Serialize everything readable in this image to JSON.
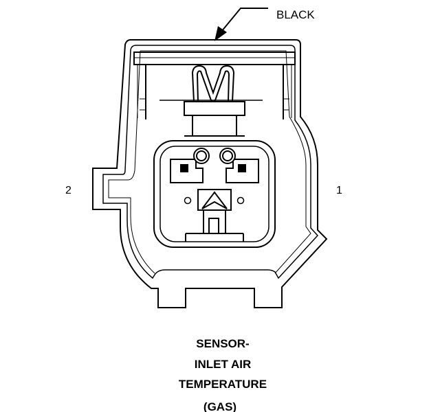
{
  "connector": {
    "color_callout": "BLACK",
    "pin_labels": {
      "left": "2",
      "right": "1"
    }
  },
  "caption": {
    "line1": "SENSOR-",
    "line2": "INLET AIR",
    "line3": "TEMPERATURE",
    "line4": "(GAS)"
  },
  "colors": {
    "stroke": "#000000",
    "background": "#ffffff"
  }
}
